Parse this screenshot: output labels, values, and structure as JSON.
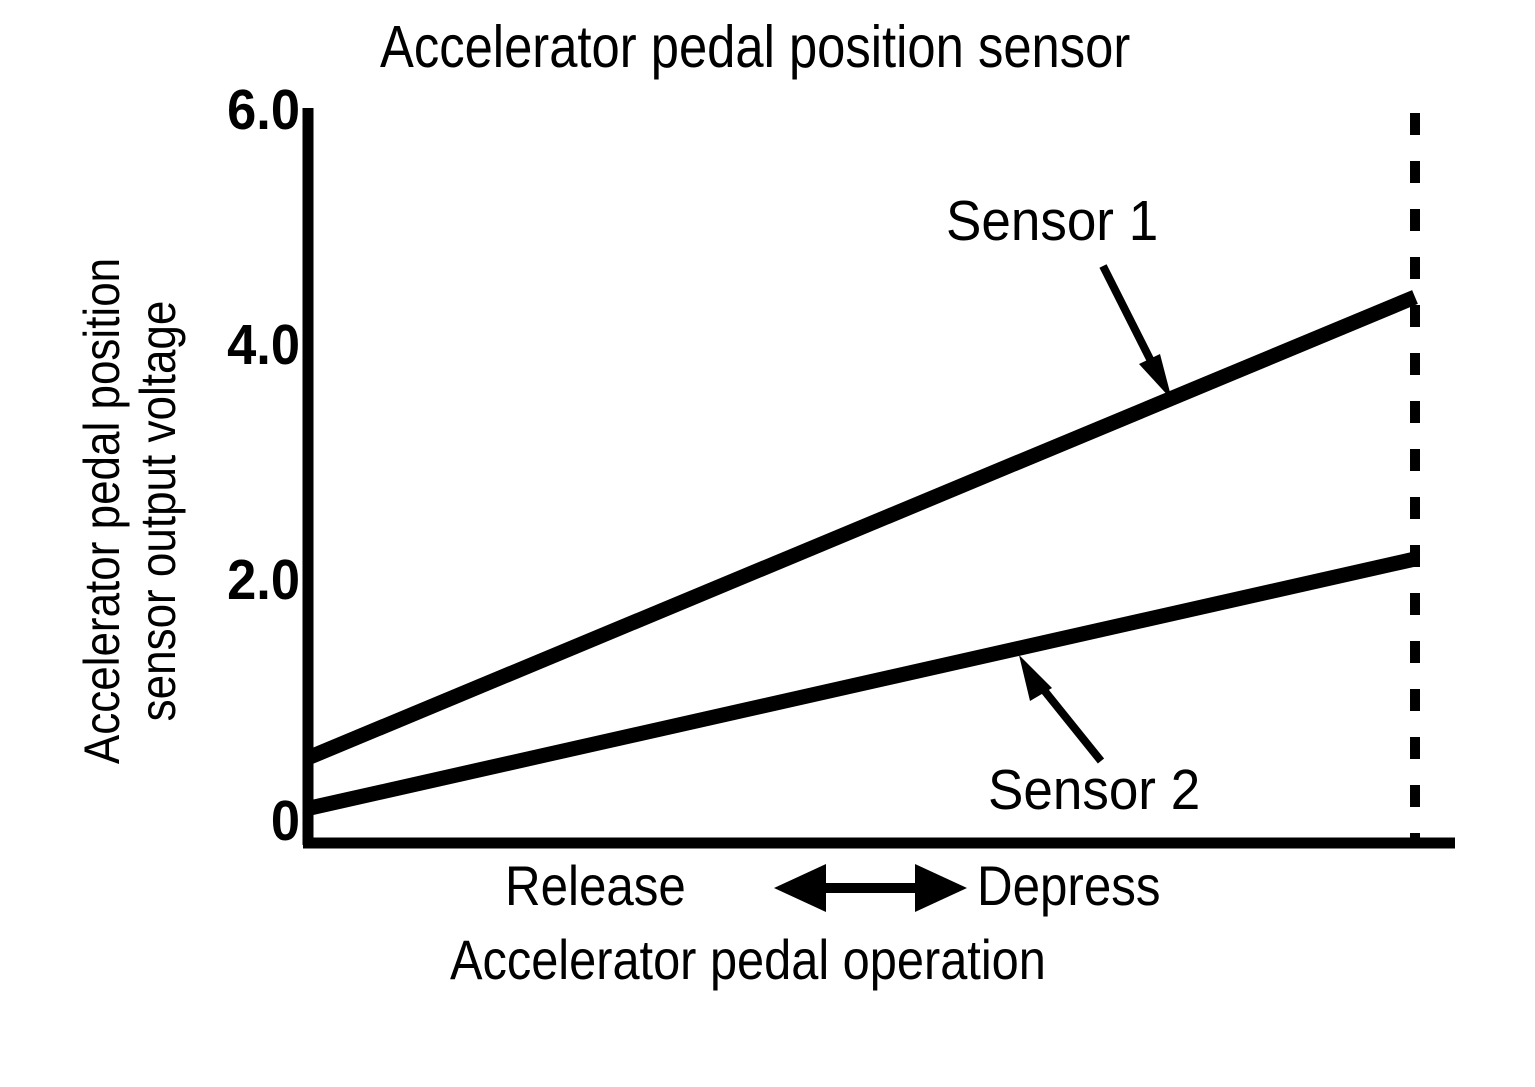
{
  "chart_data": {
    "type": "line",
    "title": "Accelerator pedal position sensor",
    "ylabel_line1": "Accelerator pedal position",
    "ylabel_line2": "sensor output voltage",
    "xlabel": "Accelerator pedal operation",
    "x_direction_left": "Release",
    "x_direction_right": "Depress",
    "x_direction_arrow": "double-headed-arrow",
    "ylim": [
      0,
      6.0
    ],
    "yticks": [
      "0",
      "2.0",
      "4.0",
      "6.0"
    ],
    "ytick_values": [
      0,
      2.0,
      4.0,
      6.0
    ],
    "xlim_labels": [
      "Release",
      "Depress"
    ],
    "xticks": [],
    "grid": false,
    "legend_position": "inline-annotations",
    "line_color": "#000000",
    "background_color": "#ffffff",
    "series": [
      {
        "name": "Sensor 1",
        "x": [
          0,
          1
        ],
        "values": [
          0.72,
          4.63
        ],
        "annotation": "Sensor 1",
        "annotation_arrow": "points-down-right-to-line"
      },
      {
        "name": "Sensor 2",
        "x": [
          0,
          1
        ],
        "values": [
          0.29,
          2.4
        ],
        "annotation": "Sensor 2",
        "annotation_arrow": "points-up-left-to-line"
      }
    ],
    "annotations": [
      {
        "name": "full-depress-marker",
        "style": "dashed-vertical-line",
        "x": 1,
        "description": "dashed vertical line at full pedal depression"
      }
    ]
  }
}
